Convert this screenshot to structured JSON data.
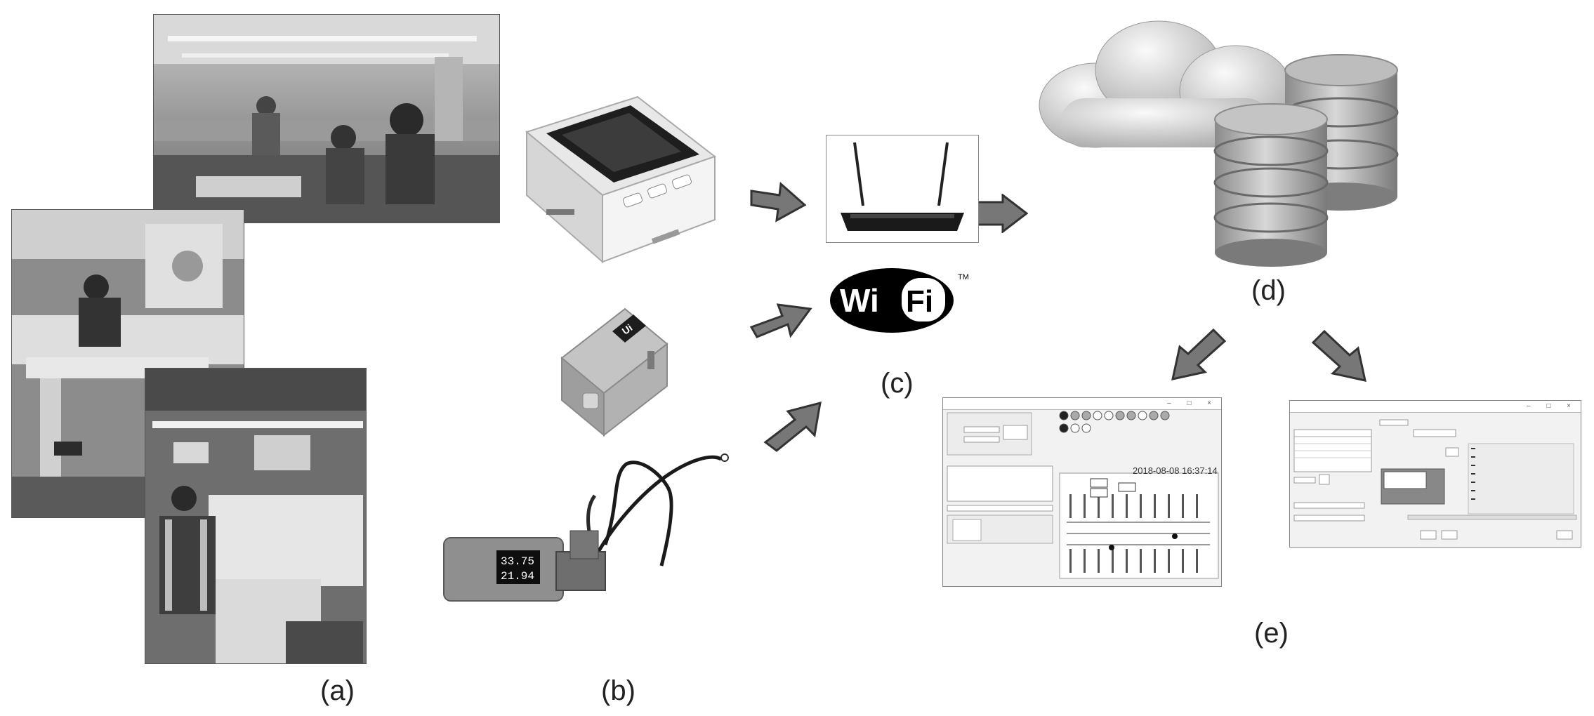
{
  "figure": {
    "labels": {
      "a": "(a)",
      "b": "(b)",
      "c": "(c)",
      "d": "(d)",
      "e": "(e)"
    },
    "wifi": {
      "wi": "Wi",
      "fi": "Fi",
      "tm": "TM"
    },
    "device_display": {
      "line1": "33.75",
      "line2": "21.94"
    },
    "device_badge": "Ui",
    "app_window": {
      "timestamp": "2018-08-08 16:37:14"
    },
    "colors": {
      "arrow_fill": "#777777",
      "arrow_stroke": "#333333",
      "background": "#ffffff"
    }
  }
}
